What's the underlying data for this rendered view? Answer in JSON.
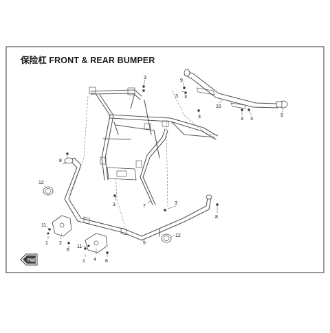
{
  "title": {
    "cn": "保险杠",
    "en": "FRONT & REAR BUMPER"
  },
  "fwd_badge": "FWD",
  "callouts": [
    {
      "id": "c3a",
      "label": "3"
    },
    {
      "id": "c9a",
      "label": "9"
    },
    {
      "id": "c3b",
      "label": "3"
    },
    {
      "id": "c3c",
      "label": "3"
    },
    {
      "id": "c10",
      "label": "10"
    },
    {
      "id": "c3d",
      "label": "3"
    },
    {
      "id": "c3e",
      "label": "3"
    },
    {
      "id": "c3f",
      "label": "3"
    },
    {
      "id": "c9b",
      "label": "9"
    },
    {
      "id": "c8a",
      "label": "8"
    },
    {
      "id": "c12a",
      "label": "12"
    },
    {
      "id": "c3g",
      "label": "3"
    },
    {
      "id": "c7",
      "label": "7"
    },
    {
      "id": "c3h",
      "label": "3"
    },
    {
      "id": "c8b",
      "label": "8"
    },
    {
      "id": "c11a",
      "label": "11"
    },
    {
      "id": "c2",
      "label": "2"
    },
    {
      "id": "c1a",
      "label": "1"
    },
    {
      "id": "c6a",
      "label": "6"
    },
    {
      "id": "c5",
      "label": "5"
    },
    {
      "id": "c12b",
      "label": "12"
    },
    {
      "id": "c11b",
      "label": "11"
    },
    {
      "id": "c4",
      "label": "4"
    },
    {
      "id": "c1b",
      "label": "1"
    },
    {
      "id": "c6b",
      "label": "6"
    }
  ]
}
